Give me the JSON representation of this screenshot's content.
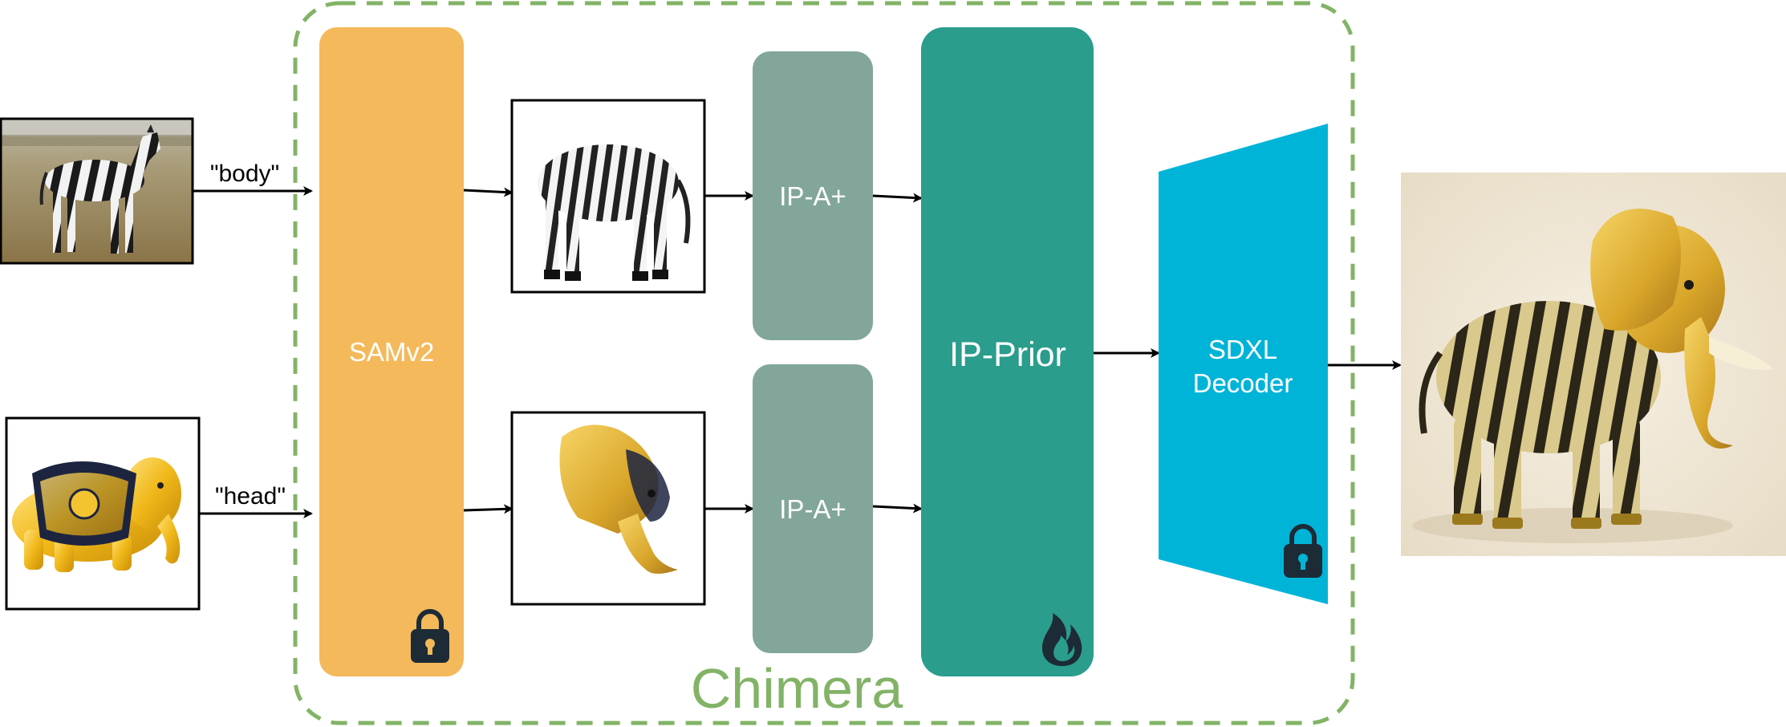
{
  "container": {
    "title": "Chimera",
    "border_color": "#82b366",
    "title_color": "#82b366"
  },
  "inputs": [
    {
      "name": "zebra-input",
      "prompt": "\"body\""
    },
    {
      "name": "elephant-input",
      "prompt": "\"head\""
    }
  ],
  "blocks": {
    "sam": {
      "label": "SAMv2",
      "color": "#f4b95a",
      "icon": "lock-icon"
    },
    "ipa_top": {
      "label": "IP-A+",
      "color": "#82a69a"
    },
    "ipa_bottom": {
      "label": "IP-A+",
      "color": "#82a69a"
    },
    "prior": {
      "label": "IP-Prior",
      "color": "#2a9d8c",
      "icon": "flame-icon"
    },
    "decoder": {
      "line1": "SDXL",
      "line2": "Decoder",
      "color": "#00b4d8",
      "icon": "lock-icon"
    }
  },
  "output": {
    "name": "chimera-output",
    "description_icon": "zebra-elephant-hybrid"
  }
}
